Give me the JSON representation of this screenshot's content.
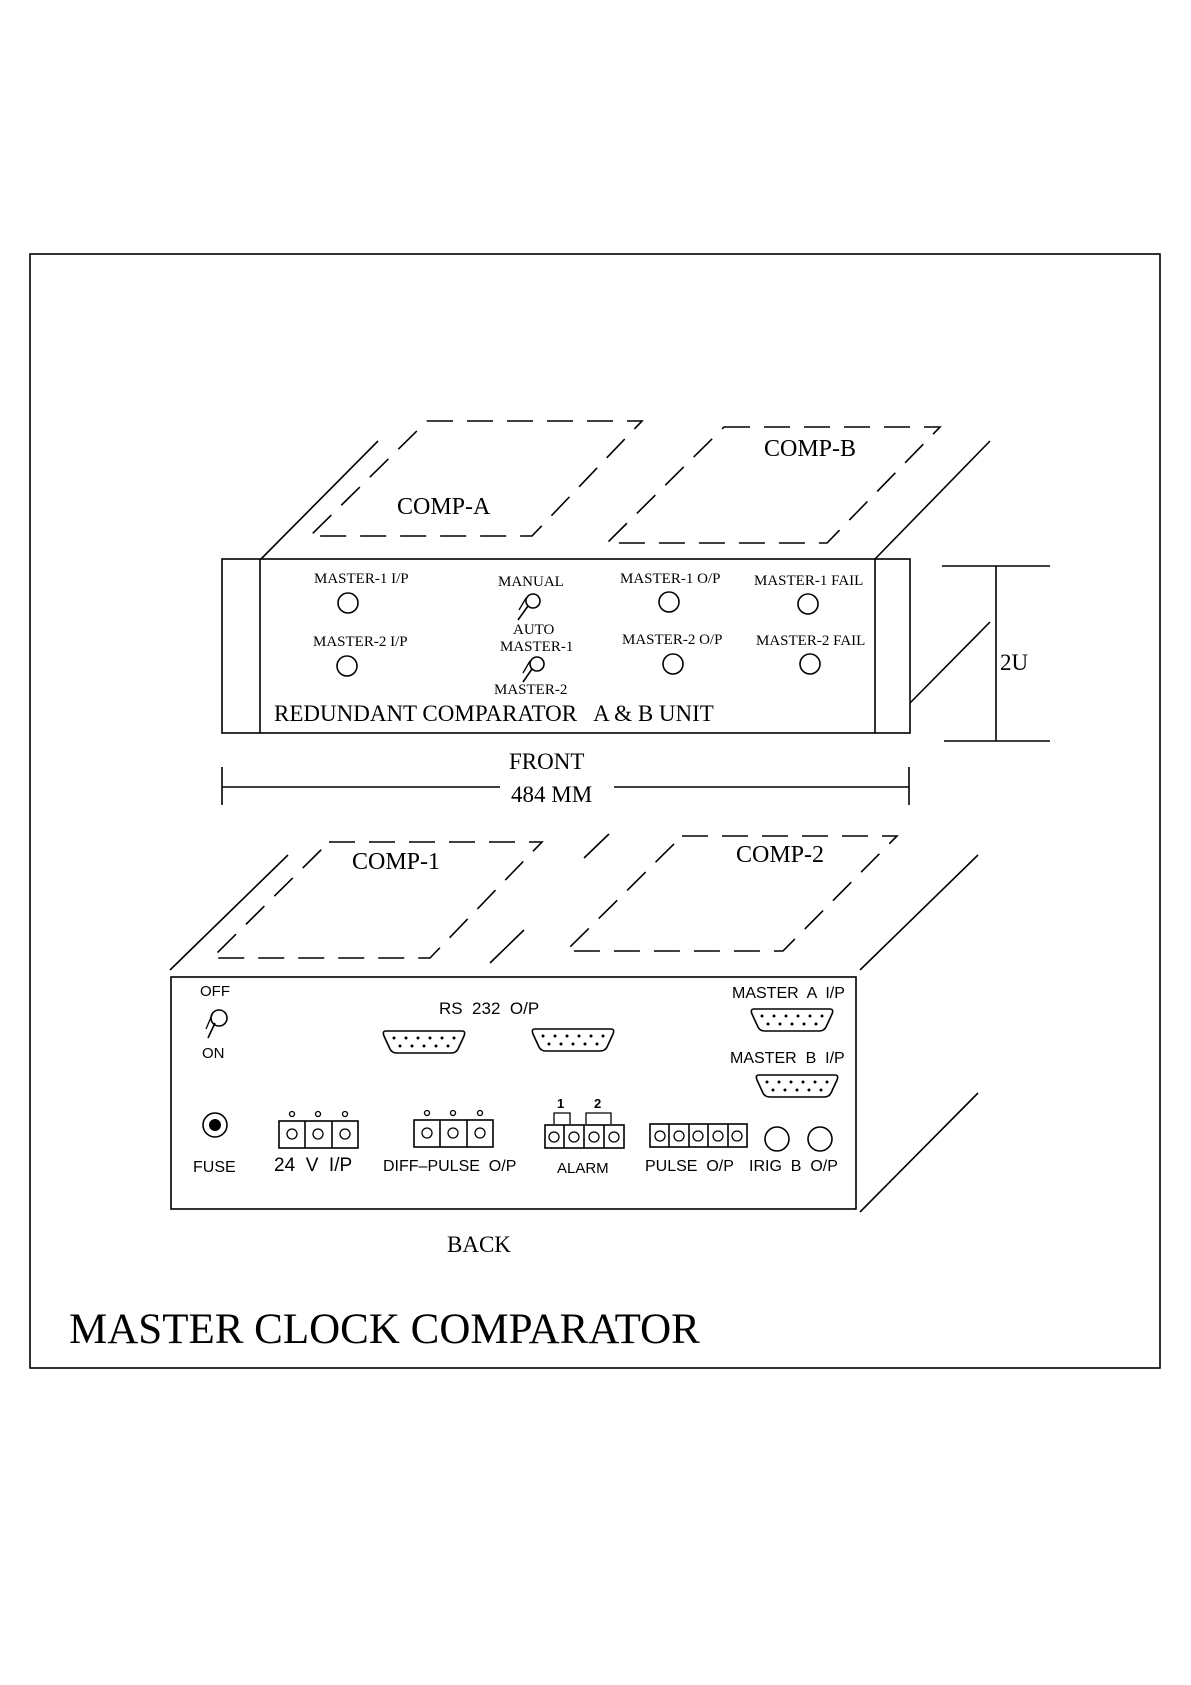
{
  "title": "MASTER CLOCK COMPARATOR",
  "front_unit": {
    "compartments": [
      "COMP-A",
      "COMP-B"
    ],
    "labels": {
      "master1_ip": "MASTER-1 I/P",
      "master2_ip": "MASTER-2 I/P",
      "manual": "MANUAL",
      "auto": "AUTO",
      "master1": "MASTER-1",
      "master2": "MASTER-2",
      "master1_op": "MASTER-1 O/P",
      "master2_op": "MASTER-2 O/P",
      "master1_fail": "MASTER-1 FAIL",
      "master2_fail": "MASTER-2 FAIL"
    },
    "panel_title": "REDUNDANT COMPARATOR   A & B UNIT",
    "view_label": "FRONT",
    "width_label": "484 MM",
    "height_label": "2U"
  },
  "back_unit": {
    "compartments": [
      "COMP-1",
      "COMP-2"
    ],
    "labels": {
      "off": "OFF",
      "on": "ON",
      "rs232": "RS  232  O/P",
      "master_a": "MASTER  A  I/P",
      "master_b": "MASTER  B  I/P",
      "fuse": "FUSE",
      "v24": "24  V  I/P",
      "diff_pulse": "DIFF–PULSE  O/P",
      "alarm": "ALARM",
      "alarm_1": "1",
      "alarm_2": "2",
      "pulse_op": "PULSE  O/P",
      "irig": "IRIG  B  O/P"
    },
    "view_label": "BACK"
  }
}
